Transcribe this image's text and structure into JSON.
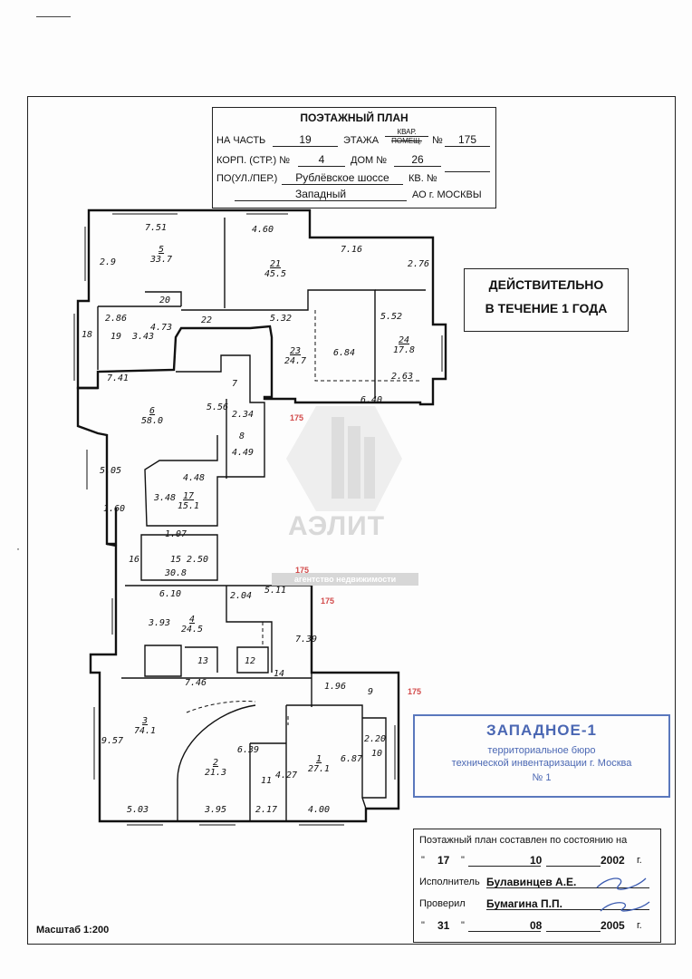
{
  "header": {
    "title": "ПОЭТАЖНЫЙ ПЛАН",
    "part_label": "НА ЧАСТЬ",
    "part_value": "19",
    "floor_label": "ЭТАЖА",
    "kvar_label": "КВАР.",
    "pomeshch_label": "ПОМЕЩ.",
    "no_label": "№",
    "no_value": "175",
    "korp_label": "КОРП. (СТР.) №",
    "korp_value": "4",
    "dom_label": "ДОМ №",
    "dom_value": "26",
    "street_label": "ПО(УЛ./ПЕР.)",
    "street_value": "Рублёвское шоссе",
    "kv_label": "КВ. №",
    "district_value": "Западный",
    "ao_label": "АО г. МОСКВЫ"
  },
  "valid_box": {
    "line1": "ДЕЙСТВИТЕЛЬНО",
    "line2": "В ТЕЧЕНИЕ 1 ГОДА"
  },
  "stamp": {
    "title": "ЗАПАДНОЕ-1",
    "line1": "территориальное бюро",
    "line2": "технической инвентаризации г. Москва",
    "line3": "№ 1"
  },
  "signature_box": {
    "state_label": "Поэтажный план составлен по состоянию на",
    "day1": "17",
    "month1": "10",
    "year1": "2002",
    "g": "г.",
    "executor_label": "Исполнитель",
    "executor_value": "Булавинцев А.Е.",
    "checked_label": "Проверил",
    "checked_value": "Бумагина П.П.",
    "day2": "31",
    "month2": "08",
    "year2": "2005",
    "quote_open": "\"",
    "quote_close": "\""
  },
  "scale": "Масштаб 1:200",
  "watermark": {
    "name": "АЭЛИТ",
    "subtitle": "агентство недвижимости"
  },
  "plan_marker": "175",
  "rooms": [
    {
      "id": "5",
      "area": "33.7"
    },
    {
      "id": "21",
      "area": "45.5"
    },
    {
      "id": "19",
      "area": ""
    },
    {
      "id": "18",
      "area": ""
    },
    {
      "id": "20",
      "area": ""
    },
    {
      "id": "22",
      "area": ""
    },
    {
      "id": "23",
      "area": "24.7"
    },
    {
      "id": "24",
      "area": "17.8"
    },
    {
      "id": "6",
      "area": "58.0"
    },
    {
      "id": "7",
      "area": ""
    },
    {
      "id": "8",
      "area": ""
    },
    {
      "id": "17",
      "area": "15.1"
    },
    {
      "id": "15",
      "area": "30.8"
    },
    {
      "id": "16",
      "area": ""
    },
    {
      "id": "4",
      "area": "24.5"
    },
    {
      "id": "13",
      "area": ""
    },
    {
      "id": "12",
      "area": ""
    },
    {
      "id": "14",
      "area": ""
    },
    {
      "id": "9",
      "area": ""
    },
    {
      "id": "3",
      "area": "74.1"
    },
    {
      "id": "2",
      "area": "21.3"
    },
    {
      "id": "11",
      "area": ""
    },
    {
      "id": "1",
      "area": "27.1"
    },
    {
      "id": "10",
      "area": ""
    }
  ],
  "dimensions": [
    "7.51",
    "4.60",
    "7.16",
    "2.9",
    "2.76",
    "2.86",
    "3.43",
    "4.73",
    "5.32",
    "5.52",
    "6.84",
    "7.41",
    "2.63",
    "6.40",
    "5.56",
    "2.34",
    "4.49",
    "5.05",
    "4.48",
    "3.48",
    "1.60",
    "1.07",
    "2.50",
    "6.10",
    "2.04",
    "5.11",
    "3.93",
    "7.39",
    "7.46",
    "1.96",
    "9.57",
    "6.39",
    "4.27",
    "6.87",
    "2.20",
    "5.03",
    "3.95",
    "2.17",
    "4.00"
  ]
}
